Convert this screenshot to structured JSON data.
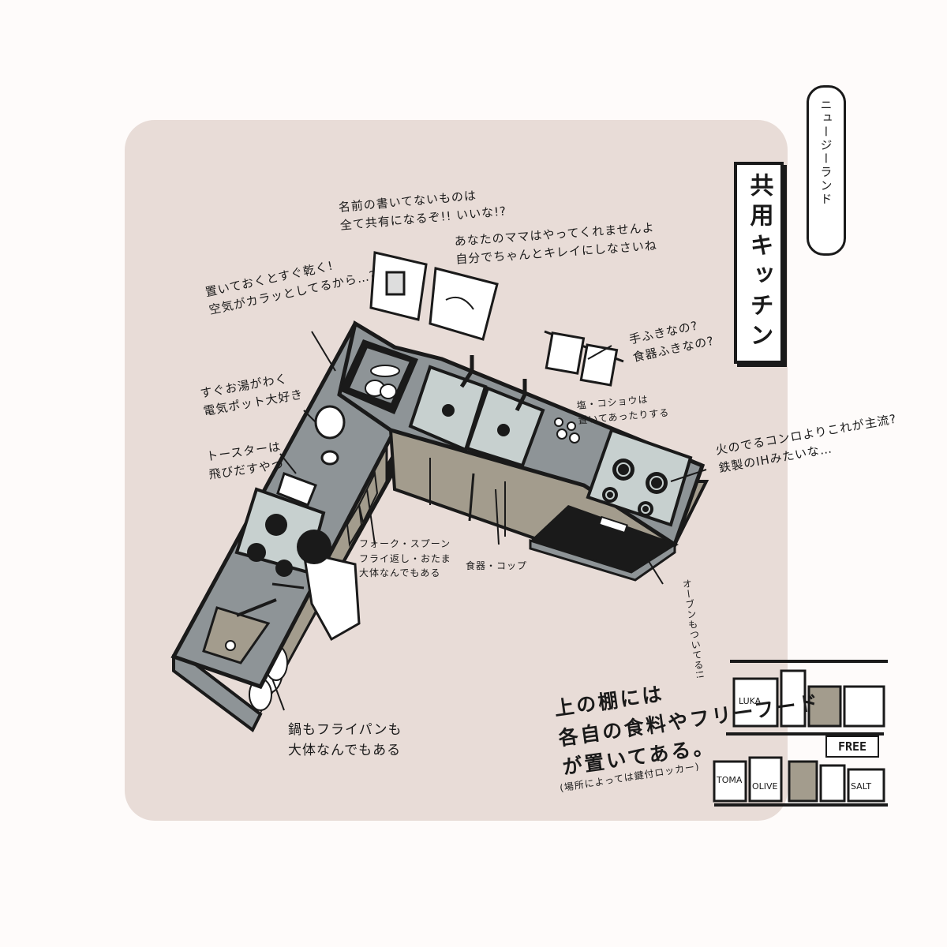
{
  "title": {
    "country": "ニュージーランド",
    "main": "共用キッチン"
  },
  "colors": {
    "background_square": "#e8dcd7",
    "counter_top": "#8e9497",
    "cabinet": "#a39c8d",
    "sink": "#c7d0cf",
    "ink": "#1a1a1a"
  },
  "annotations": {
    "poster_note": [
      "名前の書いてないものは",
      "全て共有になるぞ!! いいな!?"
    ],
    "mama_note": [
      "あなたのママはやってくれませんよ",
      "自分でちゃんとキレイにしなさいね"
    ],
    "drying_note": [
      "置いておくとすぐ乾く!",
      "空気がカラッとしてるから…?"
    ],
    "kettle_note": [
      "すぐお湯がわく",
      "電気ポット大好き"
    ],
    "toaster_note": [
      "トースターは",
      "飛びだすやつ"
    ],
    "towel_note": [
      "手ふきなの?",
      "食器ふきなの?"
    ],
    "salt_note": [
      "塩・コショウは",
      "置いてあったりする"
    ],
    "ih_note": [
      "火のでるコンロよりこれが主流?",
      "鉄製のIHみたいな…"
    ],
    "drawer_note": [
      "フォーク・スプーン",
      "フライ返し・おたま",
      "大体なんでもある"
    ],
    "cabinet_note": "食器・コップ",
    "oven_note": "オーブンもついてる!!",
    "pans_note": [
      "鍋もフライパンも",
      "大体なんでもある"
    ],
    "shelf_note": [
      "上の棚には",
      "各自の食料やフリーフード",
      "が置いてある。"
    ],
    "locker_note": "(場所によっては鍵付ロッカー)"
  },
  "shelf_labels": {
    "free": "FREE",
    "luka": "LUKA",
    "toma": "TOMA",
    "olive": "OLIVE",
    "salt": "SALT"
  }
}
